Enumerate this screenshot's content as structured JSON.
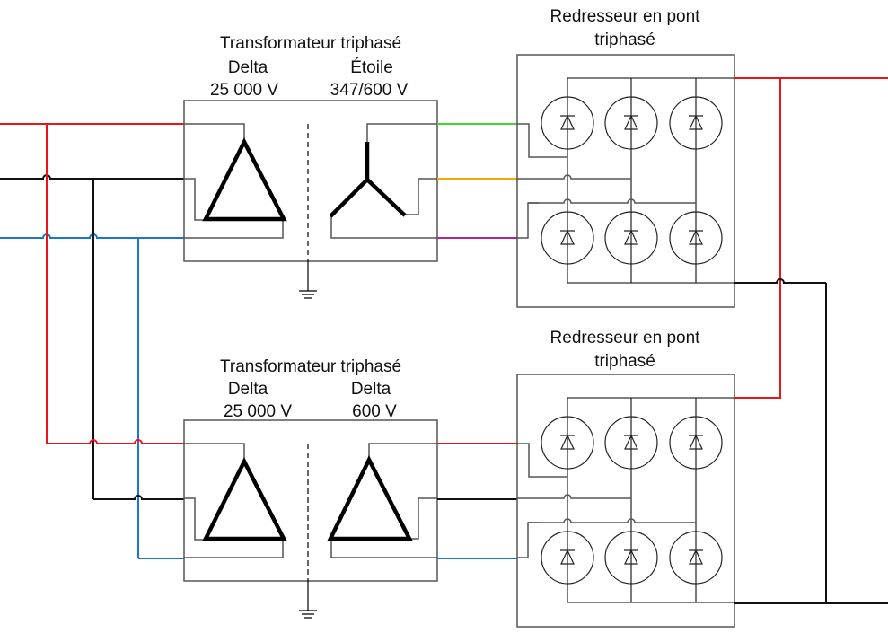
{
  "transformers": [
    {
      "title": "Transformateur triphasé",
      "primary_type": "Delta",
      "secondary_type": "Étoile",
      "primary_voltage": "25 000 V",
      "secondary_voltage": "347/600 V"
    },
    {
      "title": "Transformateur triphasé",
      "primary_type": "Delta",
      "secondary_type": "Delta",
      "primary_voltage": "25 000 V",
      "secondary_voltage": "600 V"
    }
  ],
  "rectifiers": [
    {
      "title_line1": "Redresseur en pont",
      "title_line2": "triphasé"
    },
    {
      "title_line1": "Redresseur en pont",
      "title_line2": "triphasé"
    }
  ],
  "colors": {
    "phase_a": "#e8151b",
    "phase_b": "#111111",
    "phase_c": "#1a78c8",
    "secondary_a": "#44d62c",
    "secondary_b": "#f6a800",
    "secondary_c": "#b0258f",
    "internal": "#555555"
  }
}
